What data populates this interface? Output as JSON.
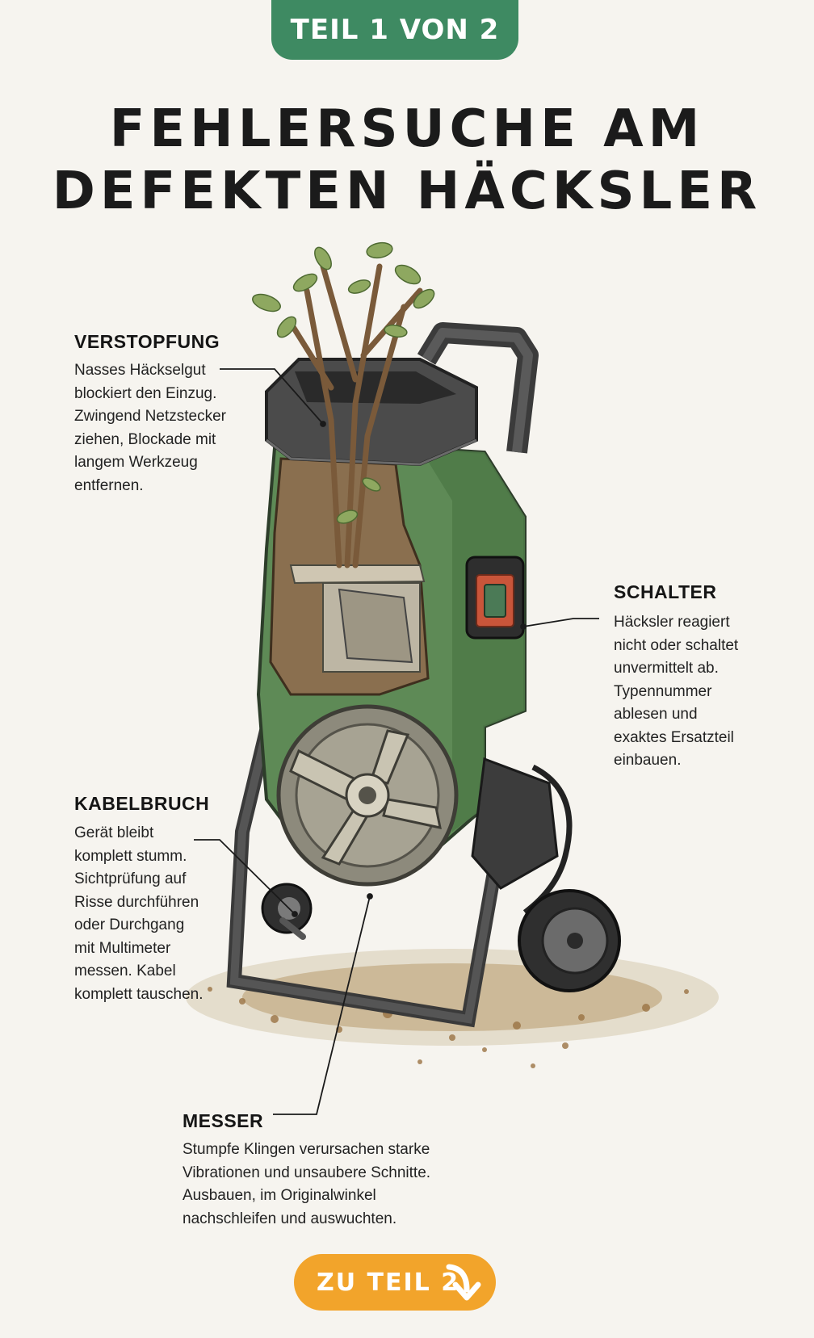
{
  "header": {
    "part_label": "TEIL 1 VON 2"
  },
  "title": {
    "line1": "FEHLERSUCHE AM",
    "line2": "DEFEKTEN HÄCKSLER"
  },
  "callouts": {
    "verstopfung": {
      "label": "VERSTOPFUNG",
      "lines": [
        "Nasses Häckselgut",
        "blockiert den Einzug.",
        "Zwingend Netzstecker",
        "ziehen, Blockade mit",
        "langem Werkzeug",
        "entfernen."
      ]
    },
    "schalter": {
      "label": "SCHALTER",
      "lines": [
        "Häcksler reagiert",
        "nicht oder schaltet",
        "unvermittelt ab.",
        "Typennummer",
        "ablesen und",
        "exaktes Ersatzteil",
        "einbauen."
      ]
    },
    "kabelbruch": {
      "label": "KABELBRUCH",
      "lines": [
        "Gerät bleibt",
        "komplett stumm.",
        "Sichtprüfung auf",
        "Risse durchführen",
        "oder Durchgang",
        "mit Multimeter",
        "messen. Kabel",
        "komplett tauschen."
      ]
    },
    "messer": {
      "label": "MESSER",
      "lines": [
        "Stumpfe Klingen verursachen starke",
        "Vibrationen und unsaubere Schnitte.",
        "Ausbauen, im Originalwinkel",
        "nachschleifen und auswuchten."
      ]
    }
  },
  "footer": {
    "next_button": "ZU TEIL 2"
  },
  "colors": {
    "accent_green": "#3e8a62",
    "button_orange": "#f2a42b",
    "machine_green": "#5e8a56",
    "background": "#f6f4ef"
  }
}
